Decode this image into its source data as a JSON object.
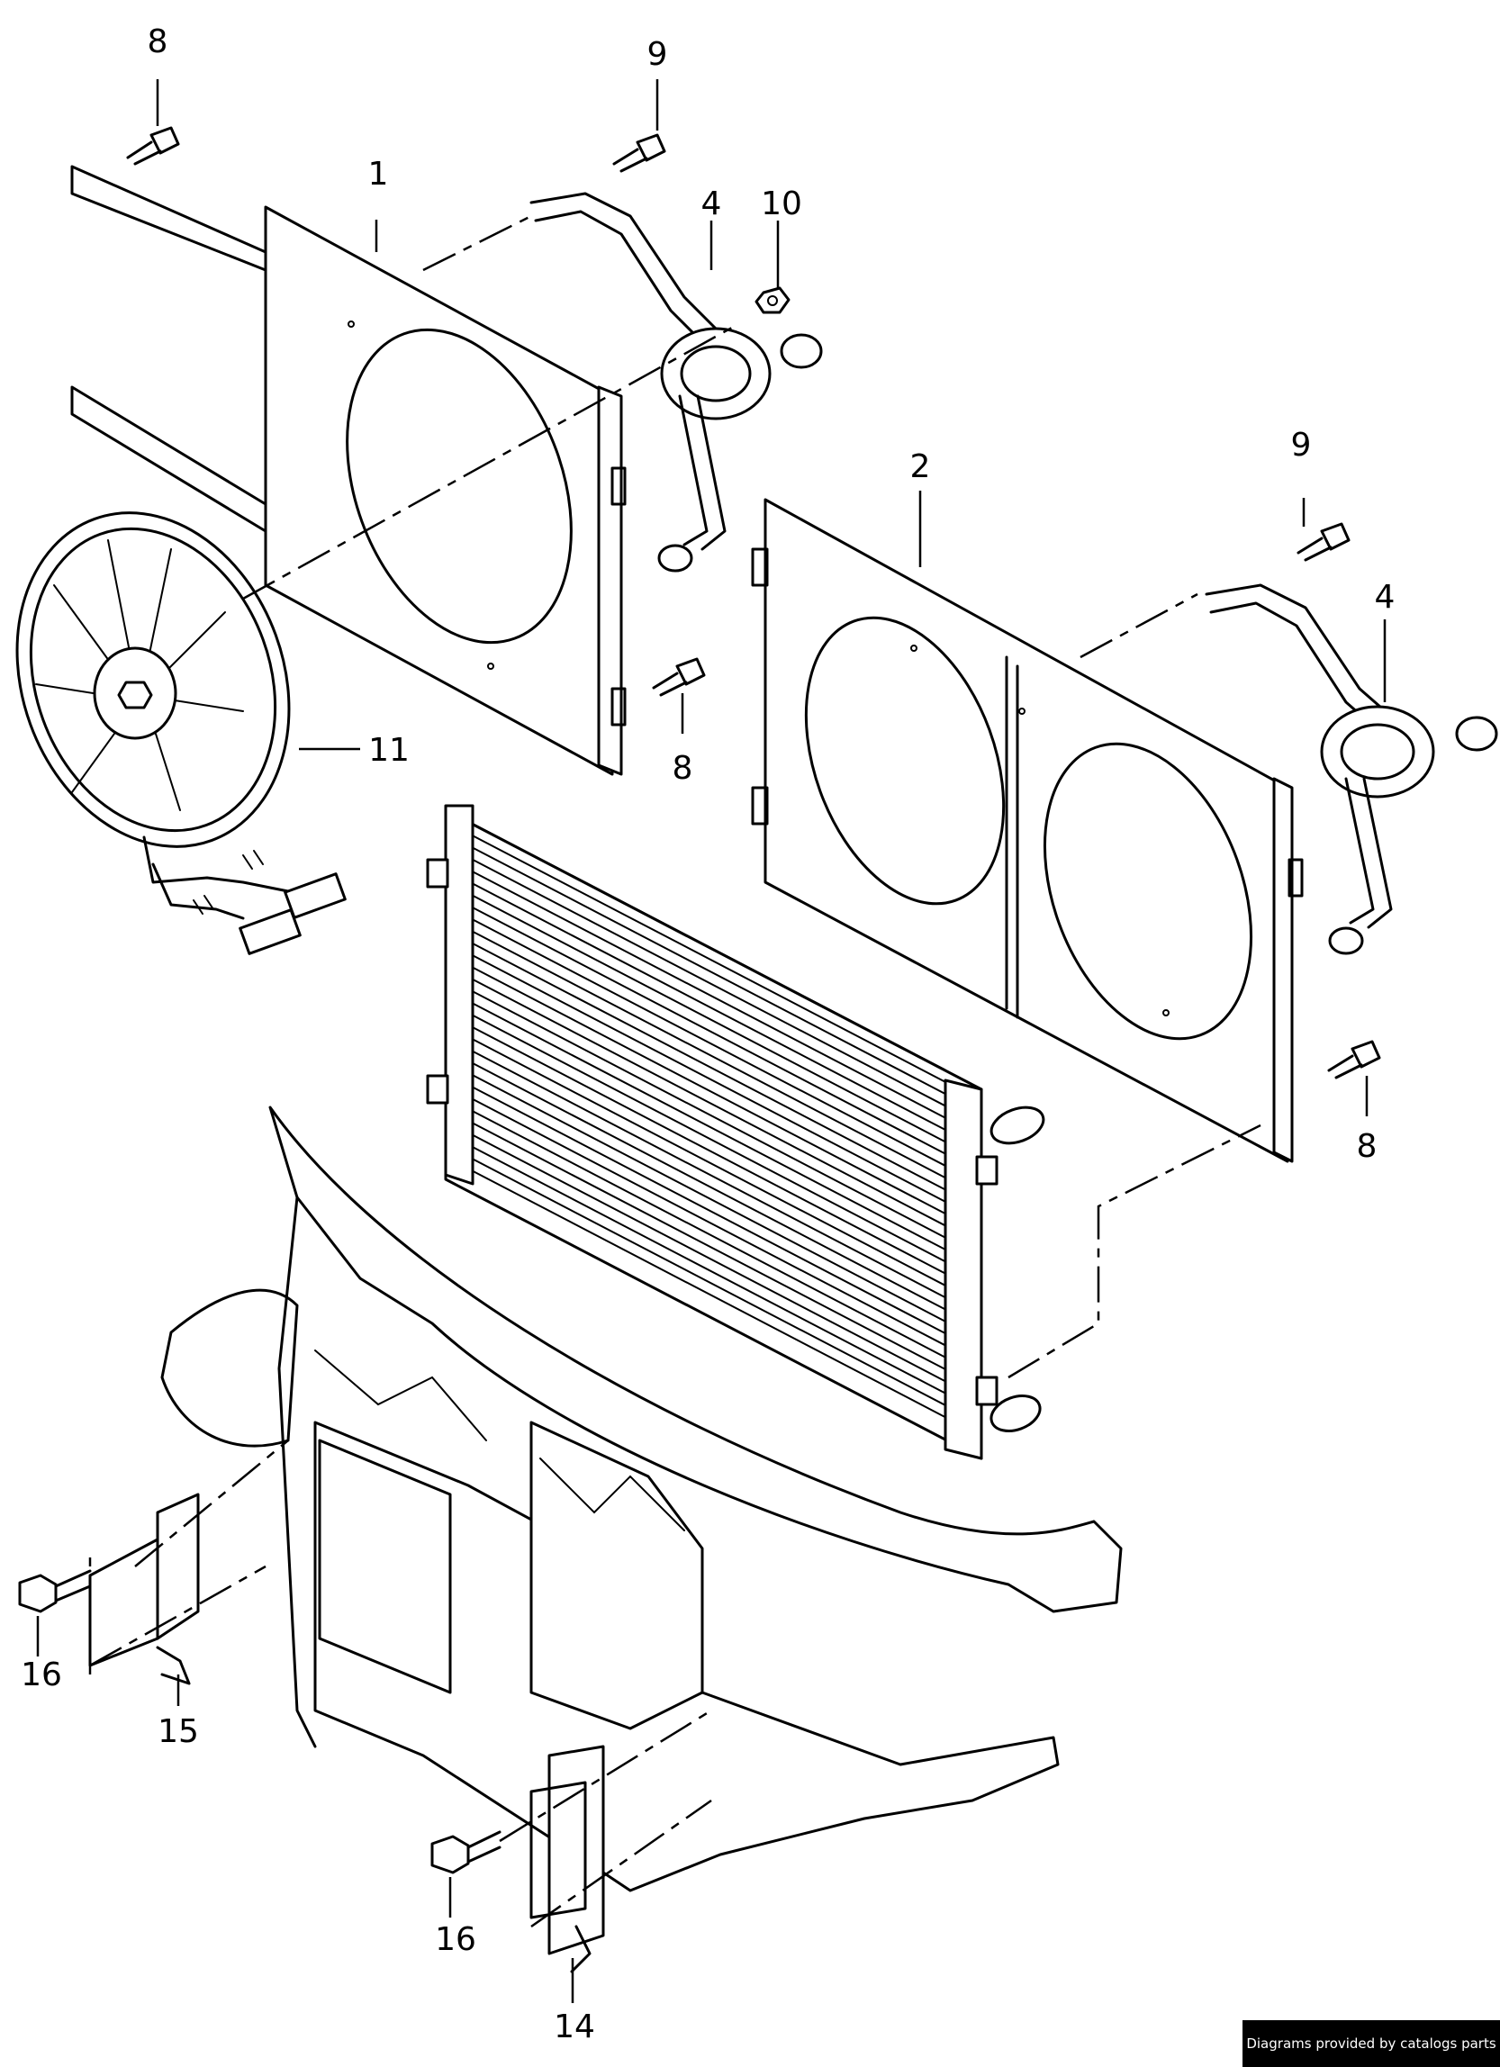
{
  "callouts": {
    "c8_top": "8",
    "c9_top": "9",
    "c1": "1",
    "c4_top": "4",
    "c10": "10",
    "c2": "2",
    "c9_right": "9",
    "c4_right": "4",
    "c11": "11",
    "c8_mid": "8",
    "c8_right": "8",
    "c16_left": "16",
    "c15": "15",
    "c16_bottom": "16",
    "c14": "14"
  },
  "credit": "Diagrams provided by catalogs parts",
  "colors": {
    "ink": "#000000",
    "paper": "#ffffff"
  }
}
